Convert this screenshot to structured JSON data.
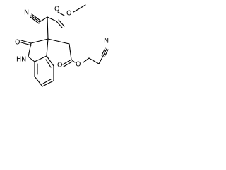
{
  "molecule": {
    "atoms": {
      "o_ester_ethyl": "O",
      "o_carbonyl_top": "O",
      "n_nitrile_top": "N",
      "o_lactam": "O",
      "nh": "HN",
      "o_ester_right": "O",
      "o_carbonyl_right": "O",
      "n_nitrile_right": "N"
    }
  }
}
